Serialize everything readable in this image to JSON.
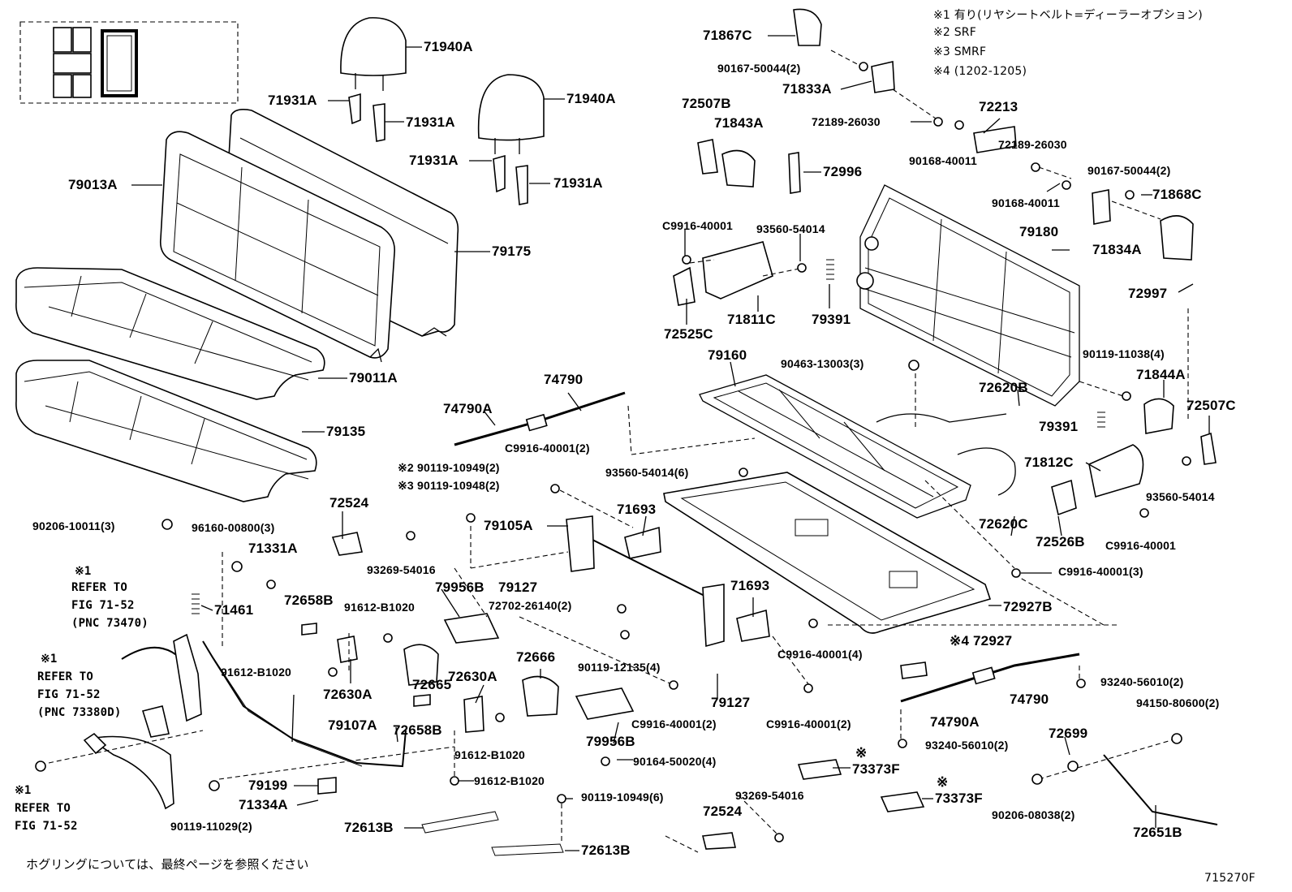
{
  "notes": {
    "n1": "※1 有り(リヤシートベルト=ディーラーオプション)",
    "n2": "※2 SRF",
    "n3": "※3 SMRF",
    "n4": "※4 (1202-1205)"
  },
  "refs": {
    "r1a": "※1",
    "r1b": "REFER TO",
    "r1c": "FIG 71-52",
    "r1d": "(PNC 73470)",
    "r2a": "※1",
    "r2b": "REFER TO",
    "r2c": "FIG 71-52",
    "r2d": "(PNC 73380D)",
    "r3a": "※1",
    "r3b": "REFER TO",
    "r3c": "FIG 71-52"
  },
  "footer": {
    "note": "ホグリングについては、最終ページを参照ください",
    "code": "715270F"
  },
  "parts": {
    "p71940A_1": "71940A",
    "p71931A_1": "71931A",
    "p71931A_2": "71931A",
    "p71940A_2": "71940A",
    "p71931A_3": "71931A",
    "p71931A_4": "71931A",
    "p79013A": "79013A",
    "p79175": "79175",
    "p79011A": "79011A",
    "p79135": "79135",
    "p71867C": "71867C",
    "p90167_50044_a": "90167-50044(2)",
    "p71833A": "71833A",
    "p72507B": "72507B",
    "p71843A": "71843A",
    "p72189_a": "72189-26030",
    "p72213": "72213",
    "p72189_b": "72189-26030",
    "p90168_a": "90168-40011",
    "p72996": "72996",
    "p90167_50044_b": "90167-50044(2)",
    "p90168_b": "90168-40011",
    "p71868C": "71868C",
    "p71834A": "71834A",
    "pC9916_a": "C9916-40001",
    "p93560_a": "93560-54014",
    "p79180": "79180",
    "p72525C": "72525C",
    "p71811C": "71811C",
    "p79391_a": "79391",
    "p72997": "72997",
    "p79160": "79160",
    "p90463": "90463-13003(3)",
    "p90119_11038": "90119-11038(4)",
    "p71844A": "71844A",
    "p72620B": "72620B",
    "p72507C": "72507C",
    "p74790": "74790",
    "p74790A": "74790A",
    "pC9916_2a": "C9916-40001(2)",
    "p79391_b": "79391",
    "p71812C": "71812C",
    "p90119_10949_2": "※2 90119-10949(2)",
    "p90119_10948_2": "※3 90119-10948(2)",
    "p93560_6": "93560-54014(6)",
    "p93560_b": "93560-54014",
    "p72620C": "72620C",
    "p72526B": "72526B",
    "pC9916_b": "C9916-40001",
    "p90206_10011": "90206-10011(3)",
    "p96160": "96160-00800(3)",
    "p72524_a": "72524",
    "p71331A": "71331A",
    "p79105A": "79105A",
    "p71693_a": "71693",
    "p93269_a": "93269-54016",
    "pC9916_3": "C9916-40001(3)",
    "p72658B_a": "72658B",
    "p71461": "71461",
    "p91612_a": "91612-B1020",
    "p79956B_a": "79956B",
    "p79127_a": "79127",
    "p72702": "72702-26140(2)",
    "p71693_b": "71693",
    "p72927B": "72927B",
    "p91612_b": "91612-B1020",
    "p90119_12135": "90119-12135(4)",
    "pC9916_4": "C9916-40001(4)",
    "p72927": "※4 72927",
    "p93240_a": "93240-56010(2)",
    "p72630A_a": "72630A",
    "p72665": "72665",
    "p72630A_b": "72630A",
    "p72666": "72666",
    "p79127_b": "79127",
    "p74790_b": "74790",
    "p94150": "94150-80600(2)",
    "pC9916_2b": "C9916-40001(2)",
    "pC9916_2c": "C9916-40001(2)",
    "p74790A_b": "74790A",
    "p72699": "72699",
    "p79107A": "79107A",
    "p72658B_b": "72658B",
    "p79956B_b": "79956B",
    "p93240_b": "93240-56010(2)",
    "p91612_c": "91612-B1020",
    "p90164": "90164-50020(4)",
    "p73373F_mark_a": "※",
    "p73373F_a": "73373F",
    "p91612_d": "91612-B1020",
    "p79199": "79199",
    "p73373F_mark_b": "※",
    "p73373F_b": "73373F",
    "p90206_08038": "90206-08038(2)",
    "p90119_10949_6": "90119-10949(6)",
    "p93269_b": "93269-54016",
    "p71334A": "71334A",
    "p90119_11029": "90119-11029(2)",
    "p72524_b": "72524",
    "p72613B_a": "72613B",
    "p72651B": "72651B",
    "p72613B_b": "72613B"
  }
}
